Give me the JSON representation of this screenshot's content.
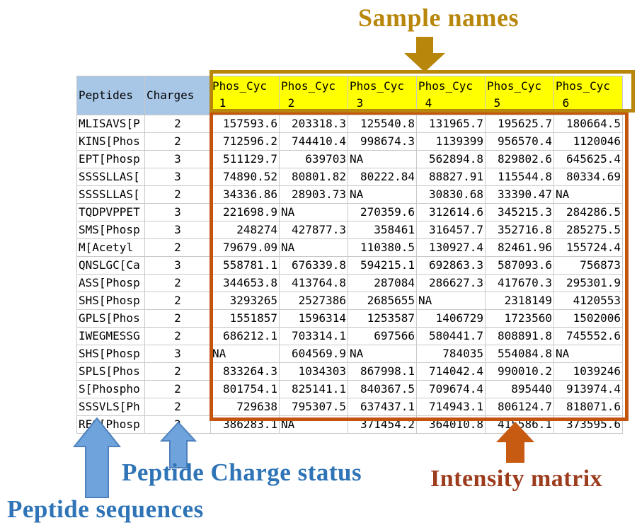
{
  "annotations": {
    "sample_names": "Sample names",
    "peptide_sequences": "Peptide sequences",
    "peptide_charge_status": "Peptide Charge status",
    "intensity_matrix": "Intensity matrix"
  },
  "colors": {
    "gold": "#B8860B",
    "gold-border": "#B8860B",
    "blue-label": "#2E74B6",
    "blue-arrow": "#6FA3DB",
    "blue-arrow-stroke": "#4F81BD",
    "orange-border": "#C4530D",
    "orange-arrow": "#C75B12",
    "intensity-label": "#9D3C1D",
    "header-blue": "#A8C7E7",
    "header-yellow": "#FFFF00",
    "grid": "#C9C9C9"
  },
  "table": {
    "peptide_header": "Peptides",
    "charge_header": "Charges",
    "sample_headers": [
      {
        "top": "Phos_Cyc",
        "bottom": "_1"
      },
      {
        "top": "Phos_Cyc",
        "bottom": "_2"
      },
      {
        "top": "Phos_Cyc",
        "bottom": "_3"
      },
      {
        "top": "Phos_Cyc",
        "bottom": "_4"
      },
      {
        "top": "Phos_Cyc",
        "bottom": "_5"
      },
      {
        "top": "Phos_Cyc",
        "bottom": "_6"
      }
    ],
    "rows": [
      {
        "peptide": "MLISAVS[P",
        "charge": "2",
        "values": [
          "157593.6",
          "203318.3",
          "125540.8",
          "131965.7",
          "195625.7",
          "180664.5"
        ]
      },
      {
        "peptide": "KINS[Phos",
        "charge": "2",
        "values": [
          "712596.2",
          "744410.4",
          "998674.3",
          "1139399",
          "956570.4",
          "1120046"
        ]
      },
      {
        "peptide": "EPT[Phosp",
        "charge": "3",
        "values": [
          "511129.7",
          "639703",
          "NA",
          "562894.8",
          "829802.6",
          "645625.4"
        ]
      },
      {
        "peptide": "SSSSLLAS[",
        "charge": "3",
        "values": [
          "74890.52",
          "80801.82",
          "80222.84",
          "88827.91",
          "115544.8",
          "80334.69"
        ]
      },
      {
        "peptide": "SSSSLLAS[",
        "charge": "2",
        "values": [
          "34336.86",
          "28903.73",
          "NA",
          "30830.68",
          "33390.47",
          "NA"
        ]
      },
      {
        "peptide": "TQDPVPPET",
        "charge": "3",
        "values": [
          "221698.9",
          "NA",
          "270359.6",
          "312614.6",
          "345215.3",
          "284286.5"
        ]
      },
      {
        "peptide": "SMS[Phosp",
        "charge": "3",
        "values": [
          "248274",
          "427877.3",
          "358461",
          "316457.7",
          "352716.8",
          "285275.5"
        ]
      },
      {
        "peptide": "M[Acetyl",
        "charge": "2",
        "values": [
          "79679.09",
          "NA",
          "110380.5",
          "130927.4",
          "82461.96",
          "155724.4"
        ]
      },
      {
        "peptide": "QNSLGC[Ca",
        "charge": "3",
        "values": [
          "558781.1",
          "676339.8",
          "594215.1",
          "692863.3",
          "587093.6",
          "756873"
        ]
      },
      {
        "peptide": "ASS[Phosp",
        "charge": "2",
        "values": [
          "344653.8",
          "413764.8",
          "287084",
          "286627.3",
          "417670.3",
          "295301.9"
        ]
      },
      {
        "peptide": "SHS[Phosp",
        "charge": "2",
        "values": [
          "3293265",
          "2527386",
          "2685655",
          "NA",
          "2318149",
          "4120553"
        ]
      },
      {
        "peptide": "GPLS[Phos",
        "charge": "2",
        "values": [
          "1551857",
          "1596314",
          "1253587",
          "1406729",
          "1723560",
          "1502006"
        ]
      },
      {
        "peptide": "IWEGMESSG",
        "charge": "2",
        "values": [
          "686212.1",
          "703314.1",
          "697566",
          "580441.7",
          "808891.8",
          "745552.6"
        ]
      },
      {
        "peptide": "SHS[Phosp",
        "charge": "3",
        "values": [
          "NA",
          "604569.9",
          "NA",
          "784035",
          "554084.8",
          "NA"
        ]
      },
      {
        "peptide": "SPLS[Phos",
        "charge": "2",
        "values": [
          "833264.3",
          "1034303",
          "867998.1",
          "714042.4",
          "990010.2",
          "1039246"
        ]
      },
      {
        "peptide": "S[Phospho",
        "charge": "2",
        "values": [
          "801754.1",
          "825141.1",
          "840367.5",
          "709674.4",
          "895440",
          "913974.4"
        ]
      },
      {
        "peptide": "SSSVLS[Ph",
        "charge": "2",
        "values": [
          "729638",
          "795307.5",
          "637437.1",
          "714943.1",
          "806124.7",
          "818071.6"
        ]
      },
      {
        "peptide": "RES[Phosp",
        "charge": "2",
        "values": [
          "386283.1",
          "NA",
          "371454.2",
          "364010.8",
          "415586.1",
          "373595.6"
        ]
      }
    ]
  }
}
